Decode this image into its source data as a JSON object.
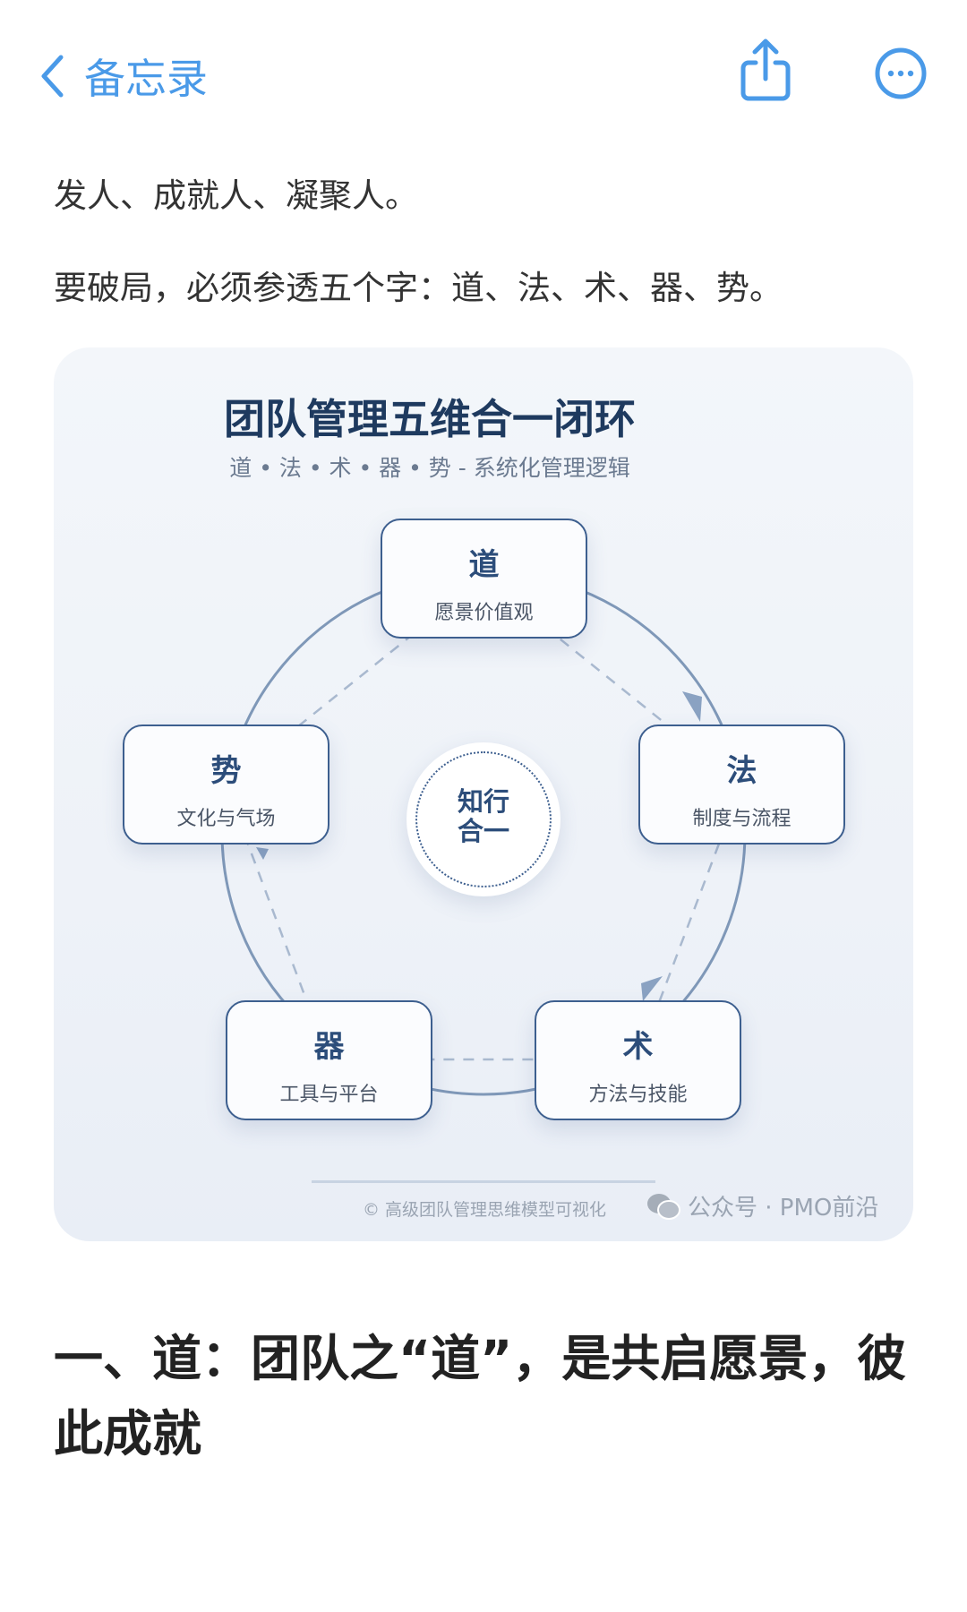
{
  "nav": {
    "back_label": "备忘录",
    "share_icon": "share-icon",
    "more_icon": "more-icon",
    "accent": "#4a9ae8"
  },
  "content": {
    "line1": "发人、成就人、凝聚人。",
    "line2": "要破局，必须参透五个字：道、法、术、器、势。",
    "diagram": {
      "title": "团队管理五维合一闭环",
      "subtitle": "道 • 法 • 术 • 器 • 势 - 系统化管理逻辑",
      "nodes": [
        {
          "key": "道",
          "sub": "愿景价值观"
        },
        {
          "key": "法",
          "sub": "制度与流程"
        },
        {
          "key": "术",
          "sub": "方法与技能"
        },
        {
          "key": "器",
          "sub": "工具与平台"
        },
        {
          "key": "势",
          "sub": "文化与气场"
        }
      ],
      "center": "知行合一",
      "copyright": "© 高级团队管理思维模型可视化",
      "watermark": "公众号 · PMO前沿"
    },
    "heading": "一、道：团队之“道”，是共启愿景，彼此成就"
  }
}
